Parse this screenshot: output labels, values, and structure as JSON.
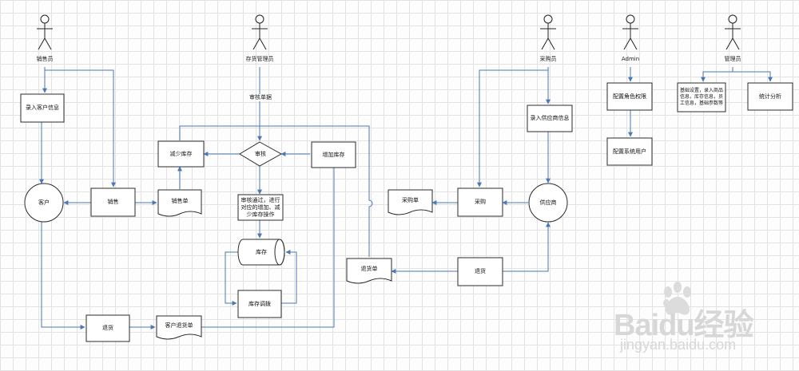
{
  "actors": {
    "sales": "销售员",
    "warehouse": "存货管理员",
    "purchaser": "采购员",
    "admin": "Admin",
    "manager": "管理员"
  },
  "labels": {
    "audit_doc": "审核单据",
    "enter_customer": "录入客户信息",
    "customer": "客户",
    "sale": "销售",
    "sales_order": "销售单",
    "reduce_stock": "减少库存",
    "audit": "审核",
    "increase_stock": "增加库存",
    "audit_pass": "审核通过，进行对应的增加、减少库存操作",
    "inventory": "库存",
    "stock_transfer": "库存调拨",
    "return_goods_left": "退货",
    "customer_return_order": "客户退货单",
    "purchase_order": "采购单",
    "purchase": "采购",
    "supplier": "供应商",
    "enter_supplier": "录入供应商信息",
    "return_order": "退货单",
    "return_goods_right": "退货",
    "config_roles": "配置角色权限",
    "config_users": "配置系统用户",
    "basic_settings": "基础设置，录入商品信息，库存信息，员工信息，基础参数等",
    "statistics": "统计分析"
  },
  "watermark": {
    "brand": "Baidu经验",
    "url": "jingyan.baidu.com"
  },
  "colors": {
    "line": "#4a78b5",
    "border": "#2b2b2b",
    "fill": "#ffffff"
  }
}
